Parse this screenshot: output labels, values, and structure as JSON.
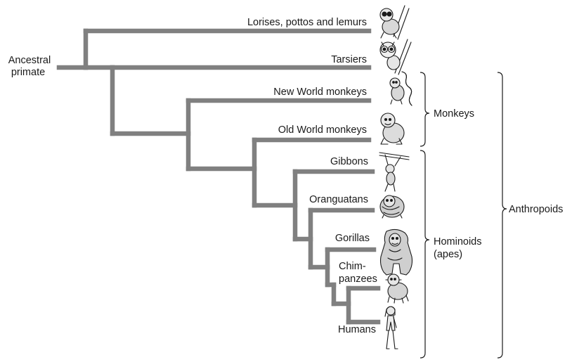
{
  "root": {
    "label_lines": [
      "Ancestral",
      "primate"
    ]
  },
  "taxa": [
    {
      "label_lines": [
        "Lorises, pottos and lemurs"
      ],
      "icon": "loris-icon"
    },
    {
      "label_lines": [
        "Tarsiers"
      ],
      "icon": "tarsier-icon"
    },
    {
      "label_lines": [
        "New World monkeys"
      ],
      "icon": "new-world-monkey-icon"
    },
    {
      "label_lines": [
        "Old World monkeys"
      ],
      "icon": "old-world-monkey-icon"
    },
    {
      "label_lines": [
        "Gibbons"
      ],
      "icon": "gibbon-icon"
    },
    {
      "label_lines": [
        "Oranguatans"
      ],
      "icon": "orangutan-icon"
    },
    {
      "label_lines": [
        "Gorillas"
      ],
      "icon": "gorilla-icon"
    },
    {
      "label_lines": [
        "Chim-",
        "panzees"
      ],
      "icon": "chimpanzee-icon"
    },
    {
      "label_lines": [
        "Humans"
      ],
      "icon": "human-icon"
    }
  ],
  "groups": [
    {
      "label_lines": [
        "Monkeys"
      ]
    },
    {
      "label_lines": [
        "Hominoids",
        "(apes)"
      ]
    },
    {
      "label_lines": [
        "Anthropoids"
      ]
    }
  ],
  "colors": {
    "branch": "#808080",
    "text": "#1a1a1a",
    "background": "#ffffff"
  }
}
